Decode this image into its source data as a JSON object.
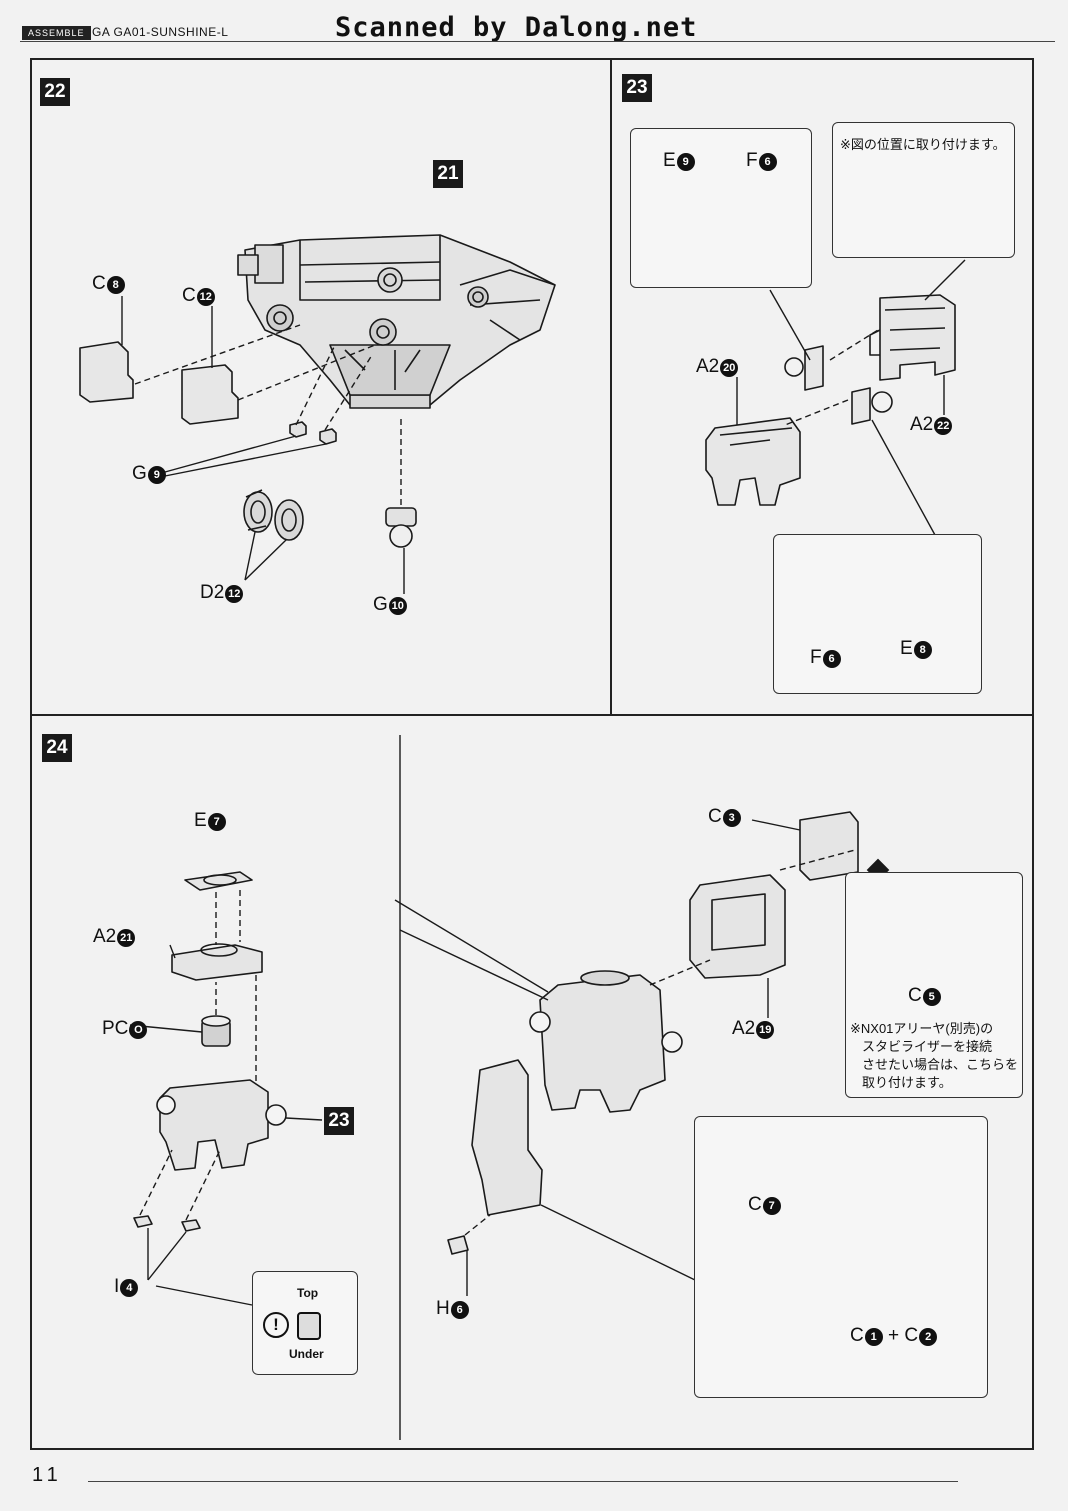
{
  "header": {
    "badge": "ASSEMBLE",
    "model": "GA GA01-SUNSHINE-L",
    "scan_credit": "Scanned by Dalong.net"
  },
  "page_number": "11",
  "steps": {
    "s22": {
      "number": "22",
      "ref": "21",
      "labels": [
        {
          "letter": "C",
          "num": "8"
        },
        {
          "letter": "C",
          "num": "12"
        },
        {
          "letter": "G",
          "num": "9"
        },
        {
          "letter": "D2",
          "num": "12"
        },
        {
          "letter": "G",
          "num": "10"
        }
      ]
    },
    "s23": {
      "number": "23",
      "note": "※図の位置に取り付けます。",
      "labels": [
        {
          "letter": "E",
          "num": "9"
        },
        {
          "letter": "F",
          "num": "6"
        },
        {
          "letter": "A2",
          "num": "20"
        },
        {
          "letter": "A2",
          "num": "22"
        },
        {
          "letter": "F",
          "num": "6"
        },
        {
          "letter": "E",
          "num": "8"
        }
      ]
    },
    "s24": {
      "number": "24",
      "ref": "23",
      "top_label": "Top",
      "under_label": "Under",
      "warn": "!",
      "labels": [
        {
          "letter": "E",
          "num": "7"
        },
        {
          "letter": "A2",
          "num": "21"
        },
        {
          "letter": "PC",
          "num": "O"
        },
        {
          "letter": "I",
          "num": "4"
        },
        {
          "letter": "C",
          "num": "3"
        },
        {
          "letter": "C",
          "num": "5"
        },
        {
          "letter": "A2",
          "num": "19"
        },
        {
          "letter": "H",
          "num": "6"
        },
        {
          "letter": "C",
          "num": "7"
        },
        {
          "letter": "C",
          "num": "1"
        },
        {
          "letter": "C",
          "num": "2"
        }
      ],
      "plus": "+",
      "note_lines": [
        "※NX01アリーヤ(別売)の",
        "スタビライザーを接続",
        "させたい場合は、こちらを",
        "取り付けます。"
      ]
    }
  }
}
